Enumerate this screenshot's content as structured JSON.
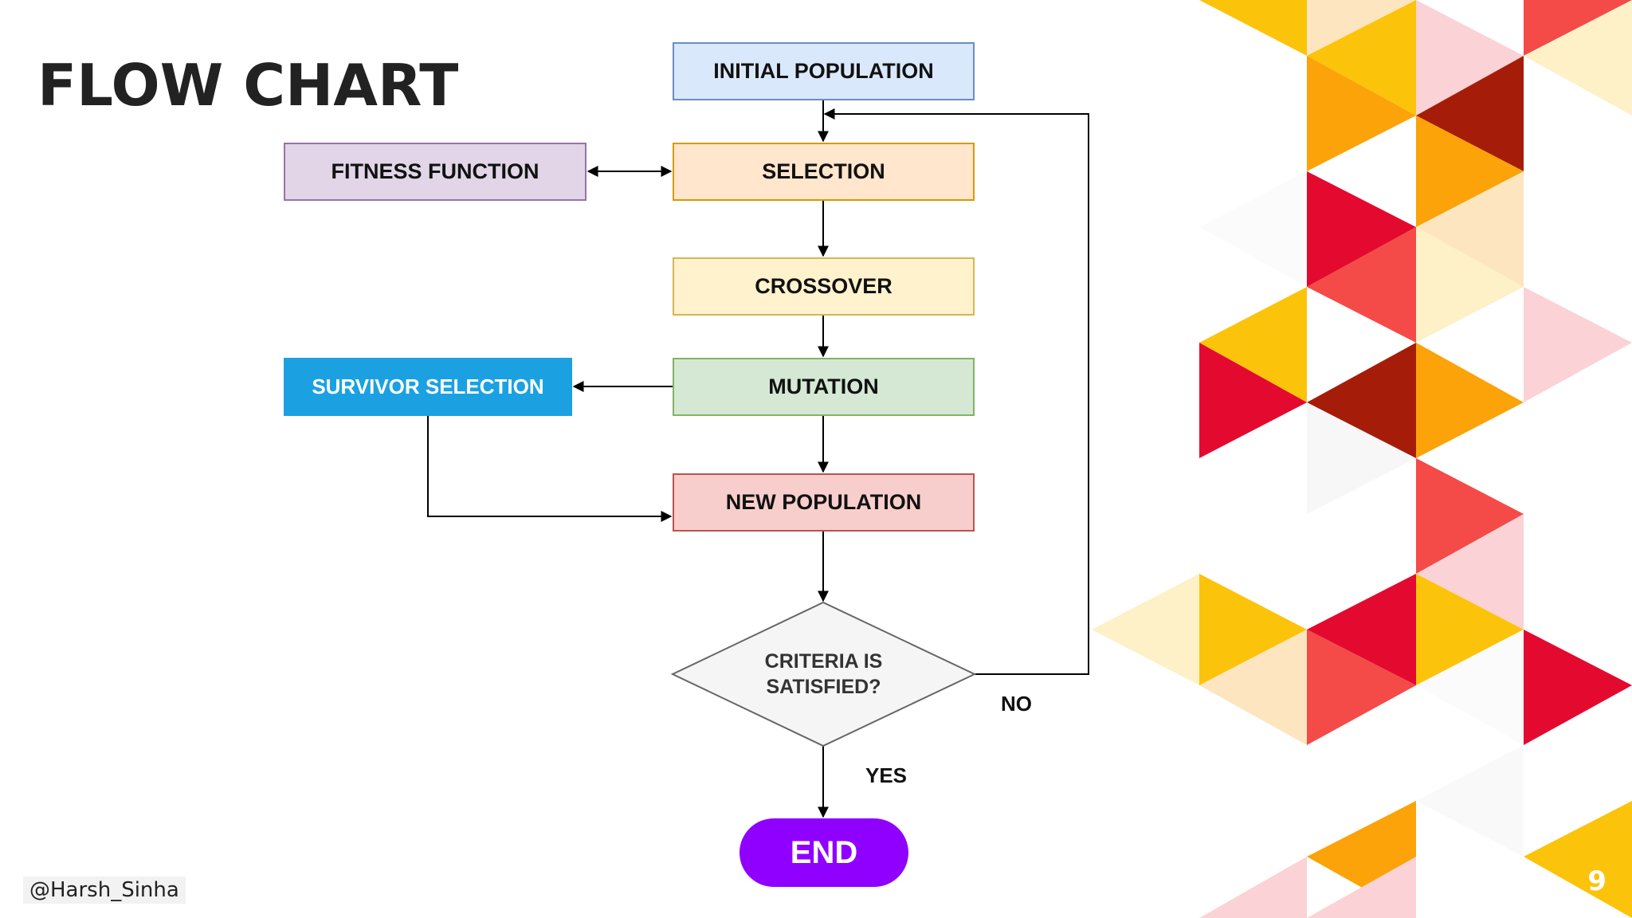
{
  "slide": {
    "title": "FLOW CHART",
    "author_handle": "@Harsh_Sinha",
    "page_number": "9"
  },
  "flowchart": {
    "nodes": {
      "initial_population": "INITIAL POPULATION",
      "selection": "SELECTION",
      "fitness_function": "FITNESS FUNCTION",
      "crossover": "CROSSOVER",
      "mutation": "MUTATION",
      "survivor_selection": "SURVIVOR SELECTION",
      "new_population": "NEW POPULATION",
      "decision": "CRITERIA IS SATISFIED?",
      "end": "END"
    },
    "edge_labels": {
      "no": "NO",
      "yes": "YES"
    },
    "edges": [
      {
        "from": "initial_population",
        "to": "selection"
      },
      {
        "from": "selection",
        "to": "fitness_function",
        "bidirectional": true
      },
      {
        "from": "selection",
        "to": "crossover"
      },
      {
        "from": "crossover",
        "to": "mutation"
      },
      {
        "from": "mutation",
        "to": "survivor_selection"
      },
      {
        "from": "mutation",
        "to": "new_population"
      },
      {
        "from": "survivor_selection",
        "to": "new_population"
      },
      {
        "from": "new_population",
        "to": "decision"
      },
      {
        "from": "decision",
        "to": "end",
        "label": "YES"
      },
      {
        "from": "decision",
        "to": "selection",
        "label": "NO"
      }
    ]
  },
  "colors": {
    "yellow": "#FCC30B",
    "orange": "#FBA309",
    "red": "#E4092F",
    "coral": "#F44A48",
    "dark_red": "#A51D08",
    "pale_yellow": "#FEF0C7",
    "pale_pink": "#FBD2D6",
    "pale_peach": "#FDE5C0",
    "end_purple": "#8F00FF",
    "survivor_blue": "#1BA1E2"
  }
}
